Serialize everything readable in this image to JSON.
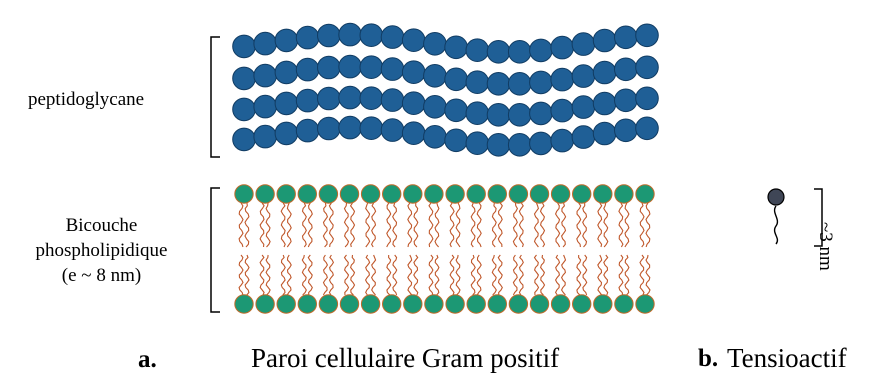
{
  "diagram": {
    "peptidoglycan_label": "peptidoglycane",
    "bilayer_label_lines": [
      "Bicouche",
      "phospholipidique",
      "(e ~ 8 nm)"
    ],
    "caption_a": "a.",
    "caption_a_title": "Paroi cellulaire  Gram positif",
    "caption_b": "b.",
    "caption_b_title": "Tensioactif",
    "surfactant_size": "~3 nm",
    "peptidoglycan_rows": 4,
    "peptidoglycan_beads_per_row": 20,
    "phospholipid_count": 20
  },
  "colors": {
    "peptidoglycan_fill": "#1f5f96",
    "peptidoglycan_stroke": "#113c63",
    "head_fill": "#1c9874",
    "head_stroke": "#c06a2a",
    "tail": "#c0582b",
    "surfactant_head": "#3f4656",
    "bracket": "#000000"
  }
}
